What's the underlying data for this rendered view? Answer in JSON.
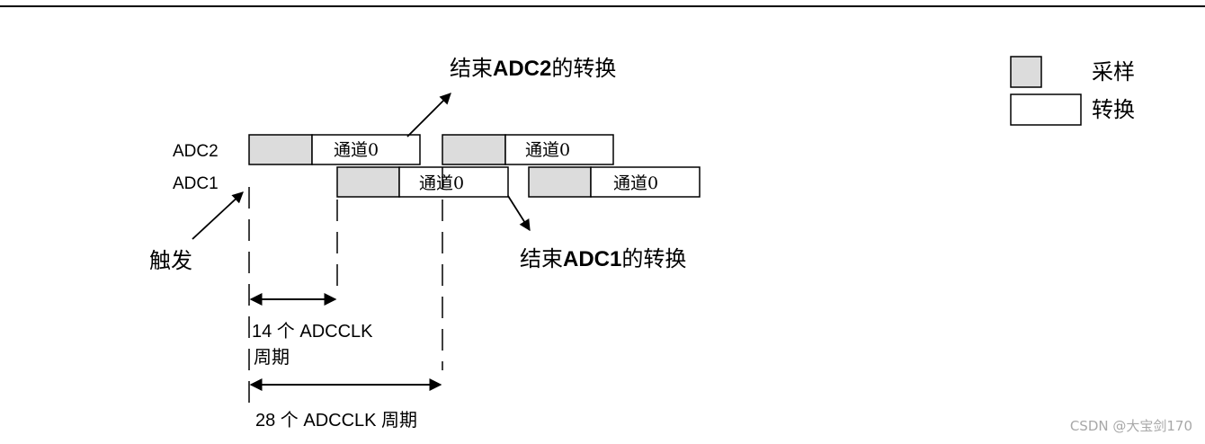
{
  "channel_label": "通道0",
  "adc2_label": "ADC2",
  "adc1_label": "ADC1",
  "trigger_label": "触发",
  "end_adc2": {
    "prefix": "结束",
    "bold": "ADC2",
    "suffix": "的转换"
  },
  "end_adc1": {
    "prefix": "结束",
    "bold": "ADC1",
    "suffix": "的转换"
  },
  "legend": {
    "sample": "采样",
    "convert": "转换"
  },
  "cycles14": {
    "line1": "14 个 ADCCLK",
    "line2": "周期"
  },
  "cycles28": "28 个 ADCCLK 周期",
  "watermark": "CSDN @大宝剑170",
  "colors": {
    "sample_fill": "#dcdcdc",
    "convert_fill": "#ffffff",
    "stroke": "#000000"
  }
}
